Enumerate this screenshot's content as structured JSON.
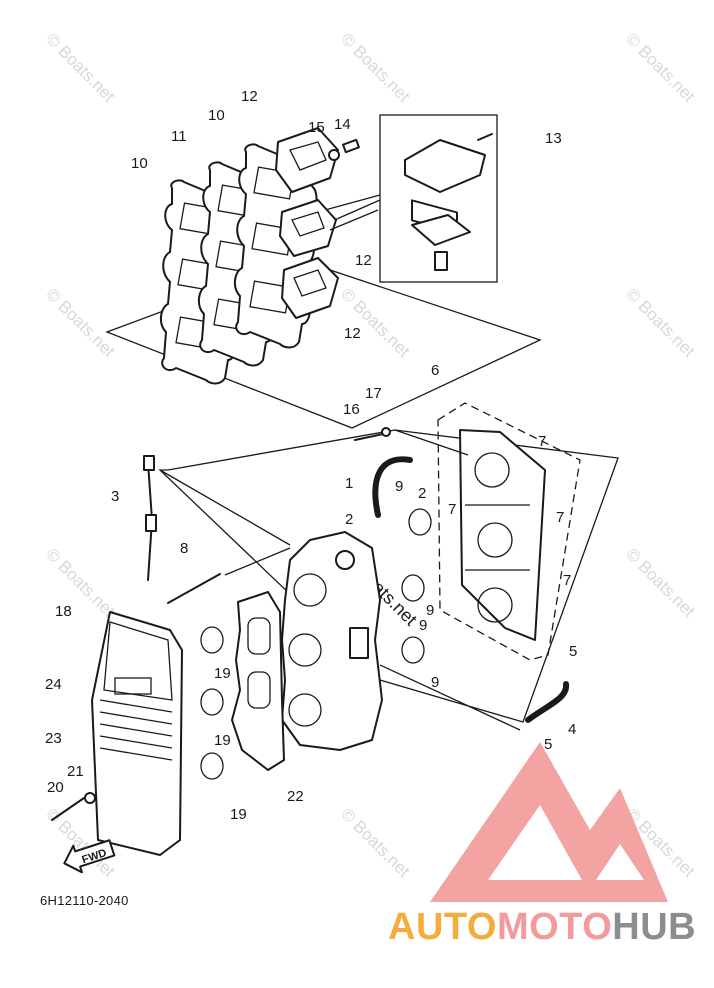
{
  "diagram": {
    "part_code": "6H12110-2040",
    "fwd_label": "FWD",
    "watermark_text": "© Boats.net",
    "brand": {
      "part1": "AUTO",
      "part2": "MOTO",
      "part3": "HUB",
      "colors": {
        "auto": "#f4ac3d",
        "moto": "#f59a9a",
        "hub": "#8d8d8d",
        "logo": "#f4a3a3"
      }
    },
    "callouts": [
      "1",
      "2",
      "2",
      "3",
      "4",
      "5",
      "5",
      "6",
      "7",
      "7",
      "7",
      "7",
      "8",
      "9",
      "9",
      "9",
      "9",
      "10",
      "10",
      "11",
      "12",
      "12",
      "12",
      "13",
      "14",
      "15",
      "16",
      "17",
      "18",
      "19",
      "19",
      "19",
      "20",
      "21",
      "22",
      "23",
      "24"
    ]
  }
}
